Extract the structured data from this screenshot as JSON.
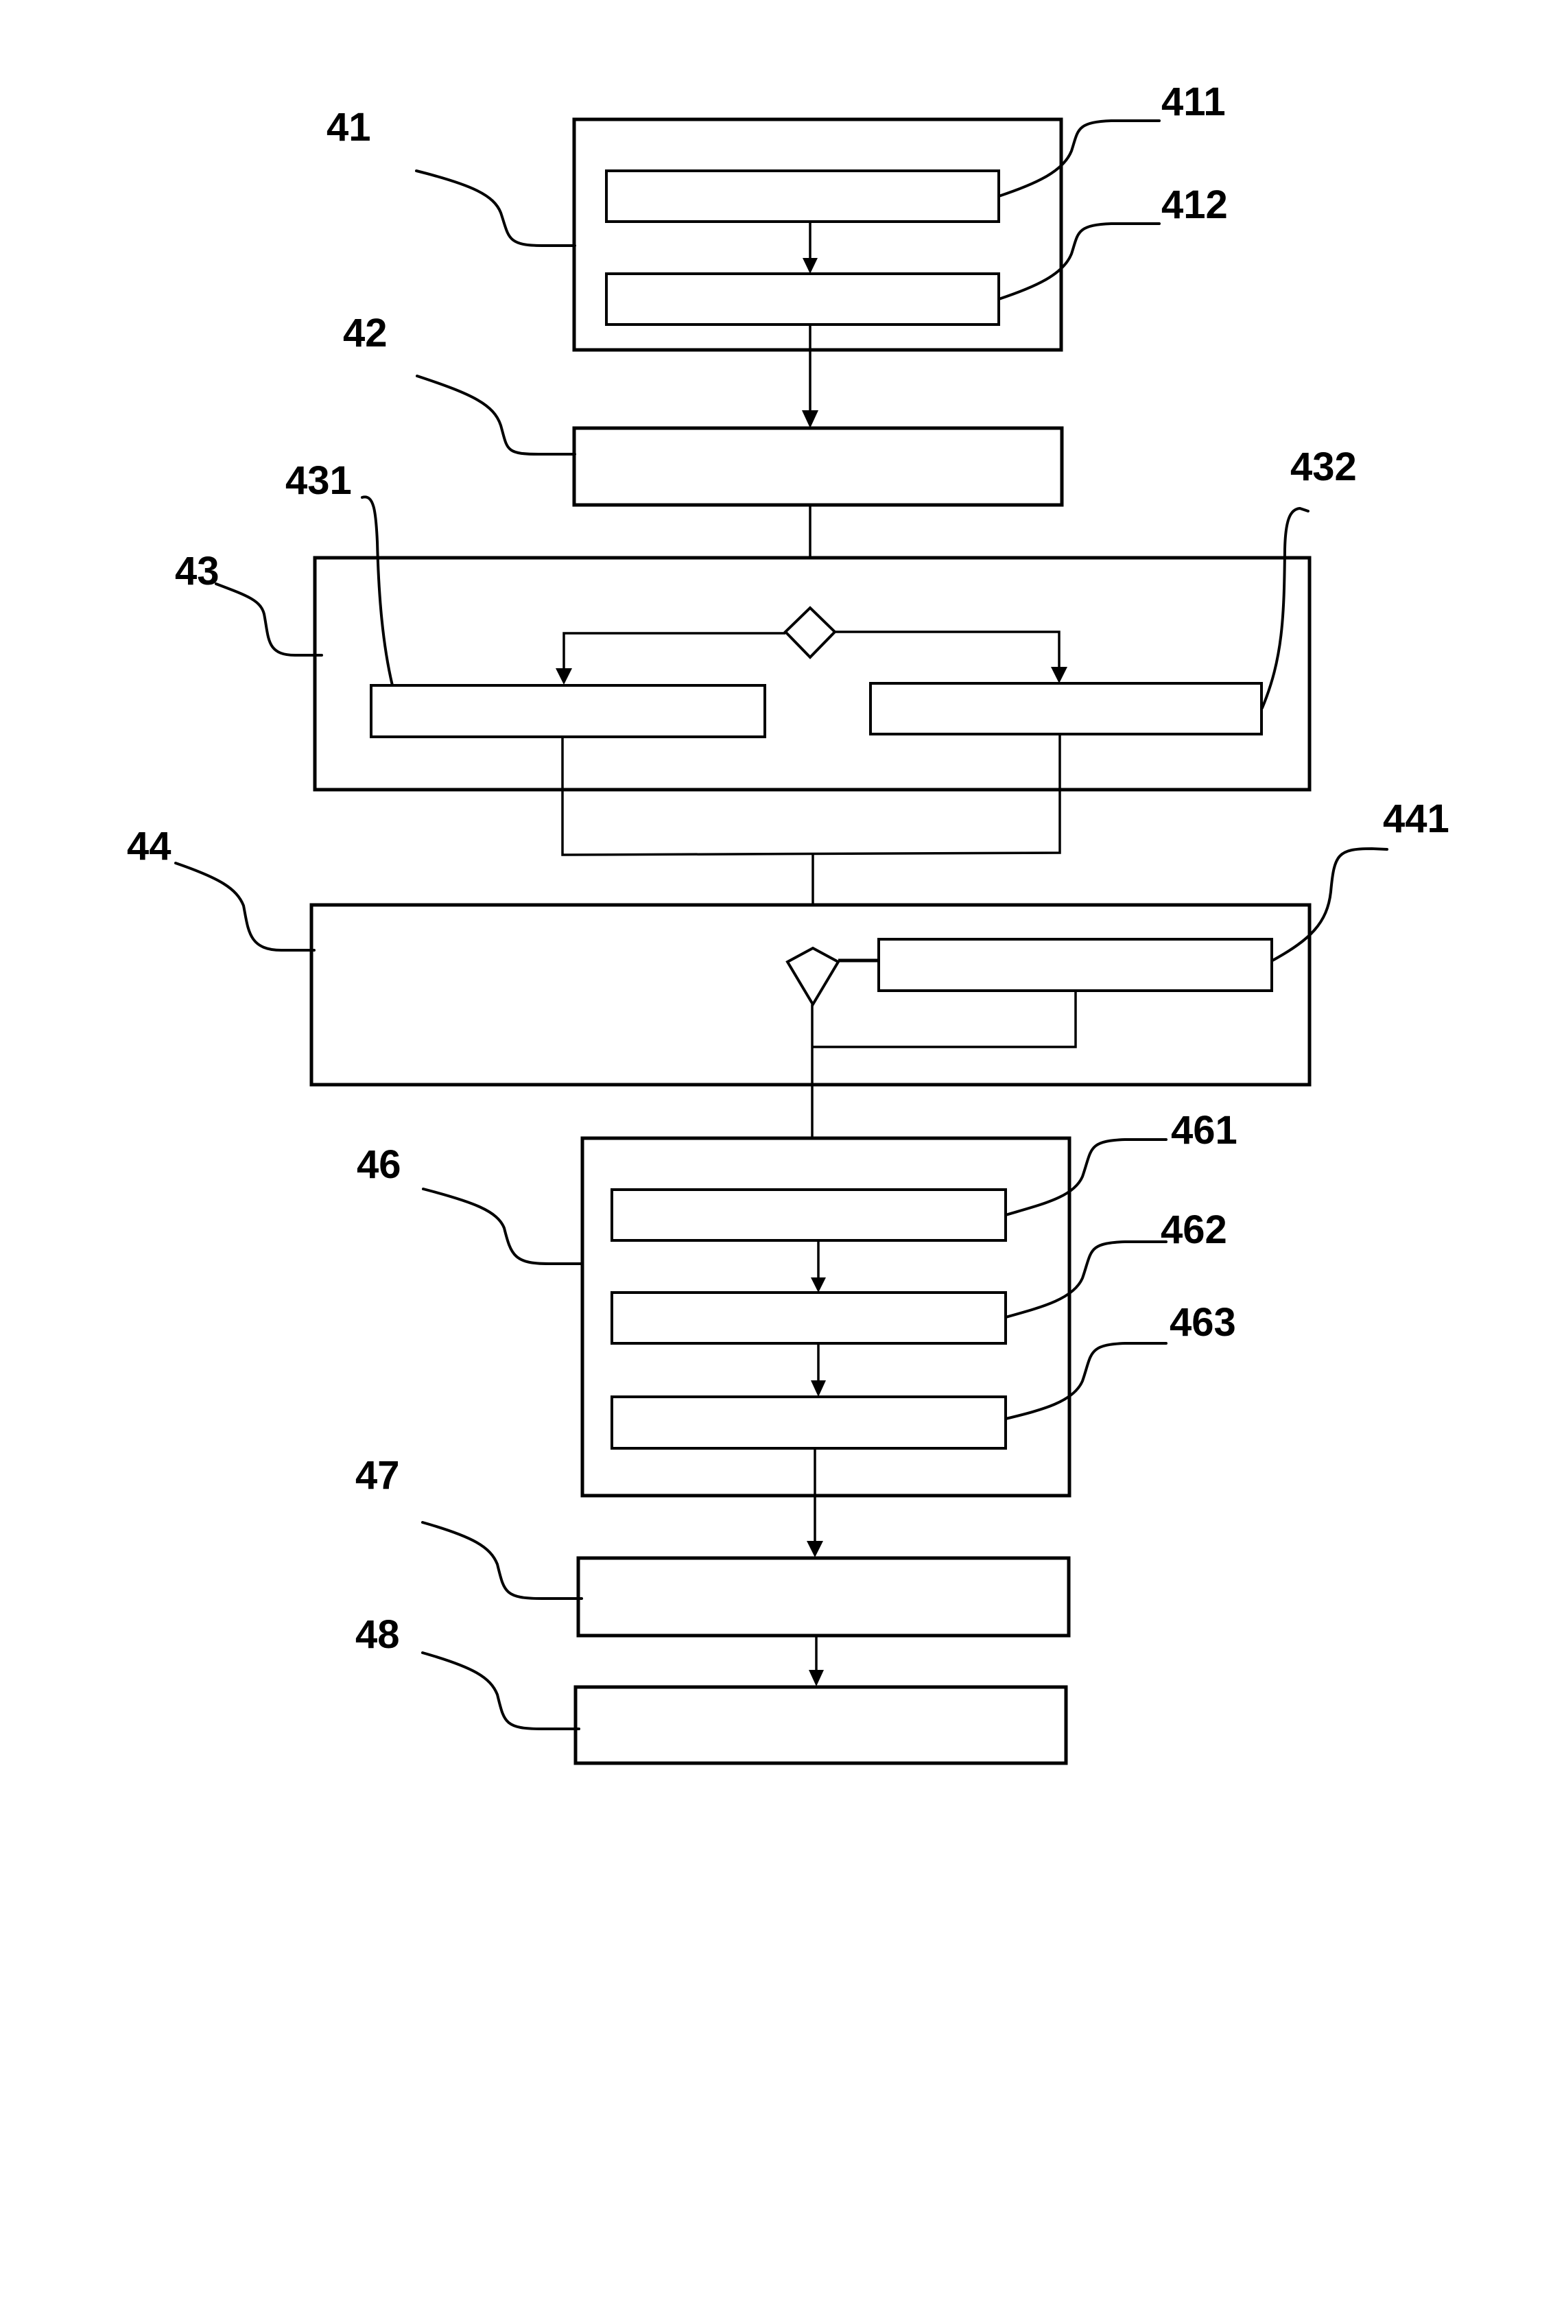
{
  "figure": {
    "type": "flowchart",
    "background": "#ffffff",
    "line_color": "#000000"
  },
  "steps": {
    "s41": {
      "ref": "41",
      "substeps": {
        "s411": {
          "ref": "411"
        },
        "s412": {
          "ref": "412"
        }
      }
    },
    "s42": {
      "ref": "42"
    },
    "s43": {
      "ref": "43",
      "substeps": {
        "s431": {
          "ref": "431"
        },
        "s432": {
          "ref": "432"
        }
      }
    },
    "s44": {
      "ref": "44",
      "substeps": {
        "s441": {
          "ref": "441"
        }
      }
    },
    "s46": {
      "ref": "46",
      "substeps": {
        "s461": {
          "ref": "461"
        },
        "s462": {
          "ref": "462"
        },
        "s463": {
          "ref": "463"
        }
      }
    },
    "s47": {
      "ref": "47"
    },
    "s48": {
      "ref": "48"
    }
  },
  "flow": [
    {
      "from": "411",
      "to": "412"
    },
    {
      "from": "41",
      "to": "42"
    },
    {
      "from": "42",
      "to": "43-decision"
    },
    {
      "from": "43-decision",
      "to": "431"
    },
    {
      "from": "43-decision",
      "to": "432"
    },
    {
      "from": "431",
      "to": "44-decision"
    },
    {
      "from": "432",
      "to": "44-decision"
    },
    {
      "from": "44-decision",
      "to": "441"
    },
    {
      "from": "441",
      "to": "44-decision-loop"
    },
    {
      "from": "44-decision",
      "to": "461"
    },
    {
      "from": "461",
      "to": "462"
    },
    {
      "from": "462",
      "to": "463"
    },
    {
      "from": "46",
      "to": "47"
    },
    {
      "from": "47",
      "to": "48"
    }
  ]
}
